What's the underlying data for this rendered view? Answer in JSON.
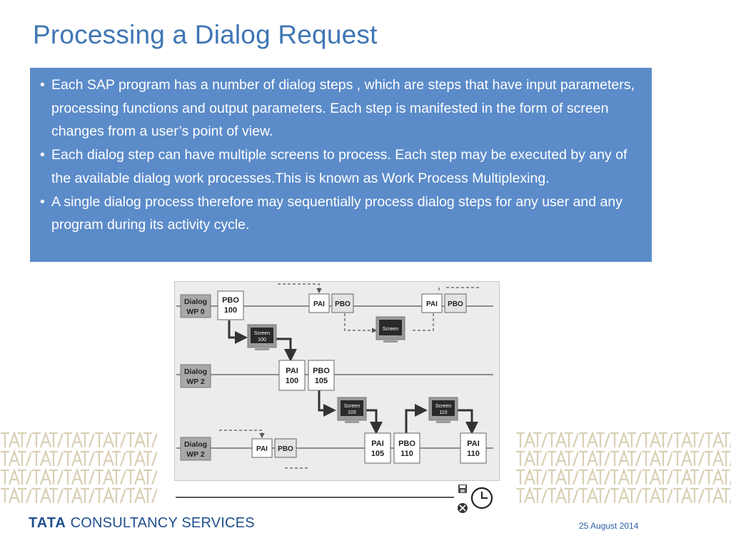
{
  "slide": {
    "title": "Processing a Dialog Request",
    "bullets": [
      "Each SAP program has a number of dialog steps , which are steps that have input parameters, processing functions and output parameters. Each step is manifested in the form of screen changes from a user’s point of view.",
      "Each dialog step can have multiple screens to process. Each step may be executed by any of the available dialog work processes.This is known as Work Process Multiplexing.",
      "A single dialog process therefore may sequentially process dialog steps for any user and any program during its activity cycle."
    ],
    "bullet_symbol": "•"
  },
  "diagram": {
    "rows": [
      {
        "label_line1": "Dialog",
        "label_line2": "WP 0"
      },
      {
        "label_line1": "Dialog",
        "label_line2": "WP 2"
      },
      {
        "label_line1": "Dialog",
        "label_line2": "WP 2"
      }
    ],
    "boxes": [
      {
        "line1": "PBO",
        "line2": "100"
      },
      {
        "line1": "PAI",
        "line2": ""
      },
      {
        "line1": "PBO",
        "line2": ""
      },
      {
        "line1": "PAI",
        "line2": ""
      },
      {
        "line1": "PBO",
        "line2": ""
      },
      {
        "line1": "PAI",
        "line2": "100"
      },
      {
        "line1": "PBO",
        "line2": "105"
      },
      {
        "line1": "PAI",
        "line2": ""
      },
      {
        "line1": "PBO",
        "line2": ""
      },
      {
        "line1": "PAI",
        "line2": "105"
      },
      {
        "line1": "PBO",
        "line2": "110"
      },
      {
        "line1": "PAI",
        "line2": "110"
      }
    ],
    "screens": [
      {
        "line1": "Screen",
        "line2": "100"
      },
      {
        "line1": "Screen",
        "line2": ""
      },
      {
        "line1": "Screen",
        "line2": "105"
      },
      {
        "line1": "Screen",
        "line2": "110"
      }
    ]
  },
  "icons": [
    "save-icon",
    "cancel-icon",
    "clock-icon"
  ],
  "footer": {
    "company_bold": "TATA",
    "company_rest": " CONSULTANCY SERVICES",
    "date": "25 August 2014"
  },
  "colors": {
    "title": "#3f76b4",
    "bullet_box": "#5b8bc9",
    "footer_blue": "#1f4f8f",
    "pattern": "#d9cfb4"
  }
}
